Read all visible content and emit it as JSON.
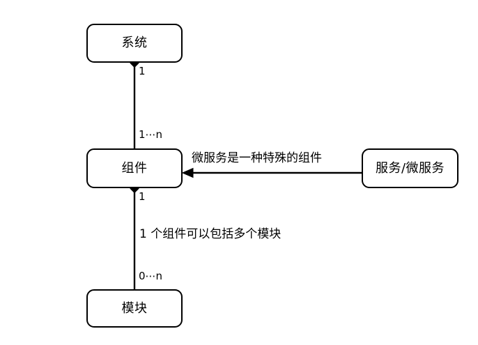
{
  "diagram": {
    "type": "uml-class-relationship-diagram",
    "background_color": "#ffffff",
    "stroke_color": "#000000",
    "nodes": [
      {
        "id": "system",
        "label": "系统"
      },
      {
        "id": "component",
        "label": "组件"
      },
      {
        "id": "module",
        "label": "模块"
      },
      {
        "id": "service",
        "label": "服务/微服务"
      }
    ],
    "edges": [
      {
        "id": "system-component",
        "from": "system",
        "to": "component",
        "kind": "composition",
        "source_multiplicity": "1",
        "target_multiplicity": "1⋯n",
        "description": ""
      },
      {
        "id": "component-module",
        "from": "component",
        "to": "module",
        "kind": "composition",
        "source_multiplicity": "1",
        "target_multiplicity": "0⋯n",
        "description": "1 个组件可以包括多个模块"
      },
      {
        "id": "service-component",
        "from": "service",
        "to": "component",
        "kind": "arrow",
        "source_multiplicity": "",
        "target_multiplicity": "",
        "description": "微服务是一种特殊的组件"
      }
    ]
  }
}
